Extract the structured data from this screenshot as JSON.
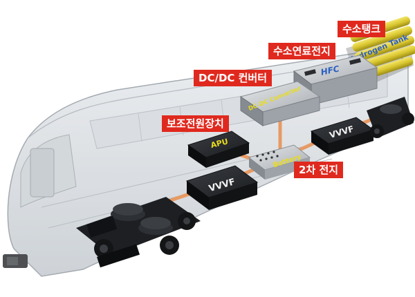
{
  "callouts": {
    "hydrogen_tank": "수소탱크",
    "fuel_cell": "수소연료전지",
    "dcdc_converter": "DC/DC 컨버터",
    "apu": "보조전원장치",
    "battery": "2차 전지"
  },
  "component_labels": {
    "hydrogen_tank": "Hydrogen Tank",
    "hfc": "HFC",
    "dcdc": "DC-DC Converter",
    "apu": "APU",
    "battery": "Battery",
    "vvvf_front": "VVVF",
    "vvvf_rear": "VVVF"
  },
  "colors": {
    "callout_bg": "#e0291e",
    "cable": "#e79a63",
    "label_yellow": "#e8dc1e",
    "hfc_label": "#2a5fc0",
    "tank": "#d9c630"
  }
}
